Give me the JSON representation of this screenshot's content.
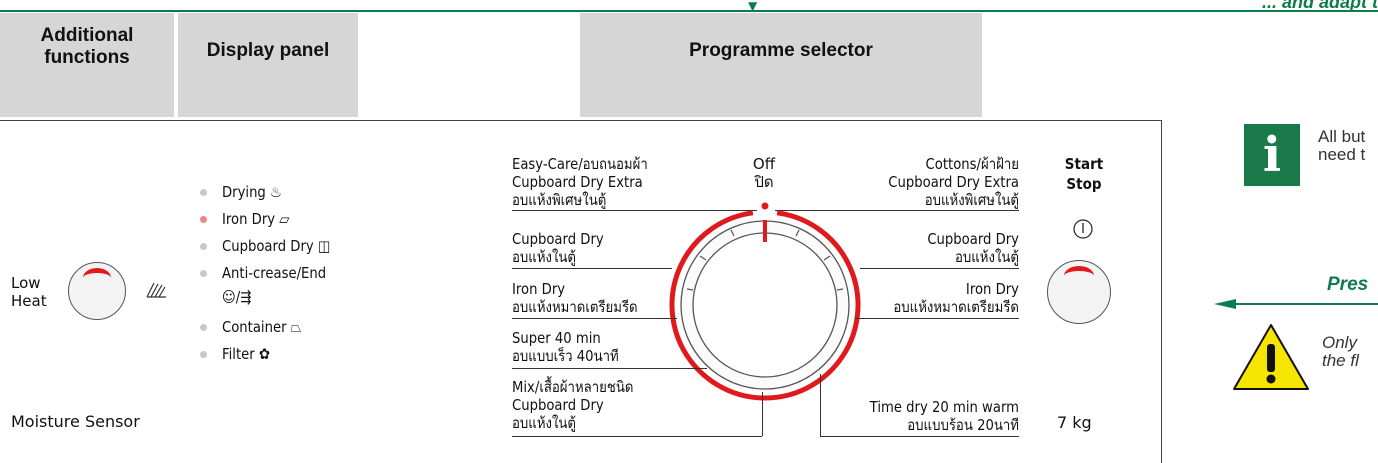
{
  "top": {
    "caption": "... and adapt t"
  },
  "headers": {
    "additional_line1": "Additional",
    "additional_line2": "functions",
    "display_panel": "Display panel",
    "programme_selector": "Programme selector"
  },
  "left": {
    "low_heat_line1": "Low",
    "low_heat_line2": "Heat",
    "moisture_sensor": "Moisture Sensor"
  },
  "display": {
    "items": [
      {
        "label": "Drying",
        "symbol": "♨",
        "led": "off"
      },
      {
        "label": "Iron Dry",
        "symbol": "⏥",
        "led": "on"
      },
      {
        "label": "Cupboard Dry",
        "symbol": "◫",
        "led": "off"
      },
      {
        "label": "Anti-crease/End",
        "symbol": "",
        "led": "off"
      },
      {
        "label": "☺/⇶",
        "symbol": "",
        "led": "none"
      },
      {
        "label": "Container",
        "symbol": "⏢",
        "led": "off"
      },
      {
        "label": "Filter",
        "symbol": "✿",
        "led": "off"
      }
    ]
  },
  "dial": {
    "off_label": "Off",
    "off_label_thai": "ปิด"
  },
  "programmes_left": [
    {
      "lines": [
        "Easy-Care/อบถนอมผ้า",
        "Cupboard Dry Extra",
        "อบแห้งพิเศษในตู้"
      ]
    },
    {
      "lines": [
        "Cupboard Dry",
        "อบแห้งในตู้"
      ]
    },
    {
      "lines": [
        "Iron Dry",
        "อบแห้งหมาดเตรียมรีด"
      ]
    },
    {
      "lines": [
        "Super 40 min",
        "อบแบบเร็ว 40นาที"
      ]
    },
    {
      "lines": [
        "Mix/เสื้อผ้าหลายชนิด",
        "Cupboard Dry",
        "อบแห้งในตู้"
      ]
    }
  ],
  "programmes_right": [
    {
      "lines": [
        "Cottons/ผ้าฝ้าย",
        "Cupboard Dry Extra",
        "อบแห้งพิเศษในตู้"
      ]
    },
    {
      "lines": [
        "Cupboard Dry",
        "อบแห้งในตู้"
      ]
    },
    {
      "lines": [
        "Iron Dry",
        "อบแห้งหมาดเตรียมรีด"
      ]
    },
    {
      "lines": [
        "Time dry 20 min warm",
        "อบแบบร้อน 20นาที"
      ]
    }
  ],
  "start_stop": {
    "start": "Start",
    "stop": "Stop",
    "capacity": "7 kg"
  },
  "right_notes": {
    "info_letter": "i",
    "info_line1": "All but",
    "info_line2": "need t",
    "press": "Pres",
    "warning_line1": "Only",
    "warning_line2": "the fl"
  },
  "colors": {
    "accent_green": "#0f7b4d",
    "dial_red": "#e0191c",
    "header_gray": "#d6d6d6",
    "warning_yellow": "#f6e500"
  }
}
